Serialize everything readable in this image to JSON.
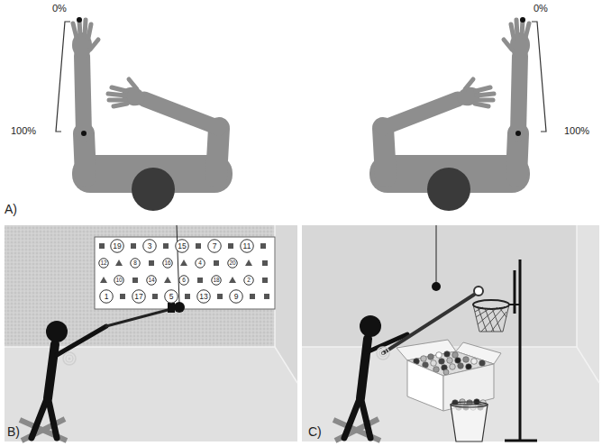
{
  "diagram": {
    "nodes": [
      {
        "text": [
          "19"
        ]
      },
      {
        "text": [
          "3"
        ]
      },
      {
        "text": [
          "15"
        ]
      },
      {
        "text": [
          "7"
        ]
      },
      {
        "text": [
          "11"
        ]
      },
      {
        "text": [
          "12"
        ]
      },
      {
        "text": [
          "8"
        ]
      },
      {
        "text": [
          "16"
        ]
      },
      {
        "text": [
          "4"
        ]
      },
      {
        "text": [
          "20"
        ]
      },
      {
        "text": [
          "10"
        ]
      },
      {
        "text": [
          "14"
        ]
      },
      {
        "text": [
          "6"
        ]
      },
      {
        "text": [
          "18"
        ]
      },
      {
        "text": [
          "2"
        ]
      },
      {
        "text": [
          "1"
        ]
      },
      {
        "text": [
          "17"
        ]
      },
      {
        "text": [
          "5"
        ]
      },
      {
        "text": [
          "13"
        ]
      },
      {
        "text": [
          "9"
        ]
      }
    ],
    "labels": [
      "0%",
      "0%",
      "100%",
      "100%",
      "A)",
      "B)",
      "C)"
    ]
  }
}
